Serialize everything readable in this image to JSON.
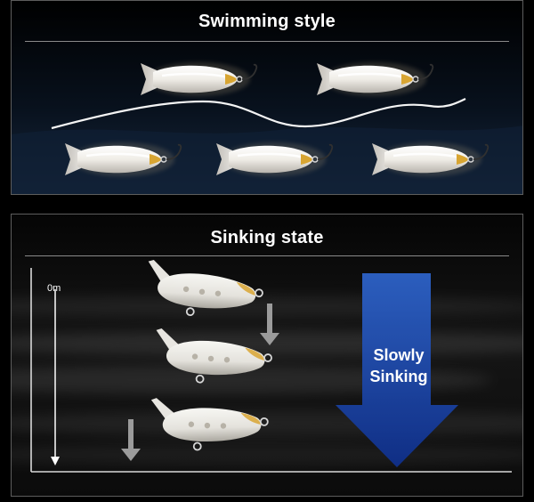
{
  "swimming": {
    "title": "Swimming style"
  },
  "sinking": {
    "title": "Sinking state",
    "depth_label": "0m",
    "arrow_line1": "Slowly",
    "arrow_line2": "Sinking"
  },
  "colors": {
    "background": "#000000",
    "panel_border": "#5d5d5d",
    "arrow_top": "#2d62c7",
    "arrow_bottom": "#0f2f8a",
    "lure_tint": "#f1eee8",
    "lure_accent": "#d8a532"
  },
  "icons": [
    "wave-line-icon",
    "lure-icon",
    "hook-icon",
    "down-arrow-icon",
    "sinking-arrow-icon"
  ]
}
